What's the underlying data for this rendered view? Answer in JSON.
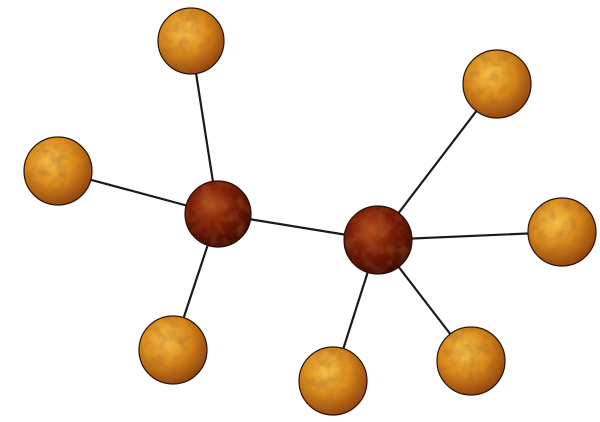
{
  "diagram": {
    "type": "molecule-ball-and-stick",
    "colors": {
      "hub_fill": "#7a1d08",
      "leaf_fill": "#d98a1c",
      "edge": "#1a1a1a",
      "outline": "#2a1206"
    },
    "nodes": [
      {
        "id": "hub-left",
        "kind": "hub"
      },
      {
        "id": "hub-right",
        "kind": "hub"
      },
      {
        "id": "leaf-top",
        "kind": "leaf"
      },
      {
        "id": "leaf-left",
        "kind": "leaf"
      },
      {
        "id": "leaf-bottom-left",
        "kind": "leaf"
      },
      {
        "id": "leaf-top-right",
        "kind": "leaf"
      },
      {
        "id": "leaf-right",
        "kind": "leaf"
      },
      {
        "id": "leaf-bottom-center",
        "kind": "leaf"
      },
      {
        "id": "leaf-bottom-right",
        "kind": "leaf"
      }
    ],
    "edges": [
      {
        "from": "hub-left",
        "to": "hub-right"
      },
      {
        "from": "hub-left",
        "to": "leaf-top"
      },
      {
        "from": "hub-left",
        "to": "leaf-left"
      },
      {
        "from": "hub-left",
        "to": "leaf-bottom-left"
      },
      {
        "from": "hub-right",
        "to": "leaf-top-right"
      },
      {
        "from": "hub-right",
        "to": "leaf-right"
      },
      {
        "from": "hub-right",
        "to": "leaf-bottom-center"
      },
      {
        "from": "hub-right",
        "to": "leaf-bottom-right"
      }
    ]
  }
}
